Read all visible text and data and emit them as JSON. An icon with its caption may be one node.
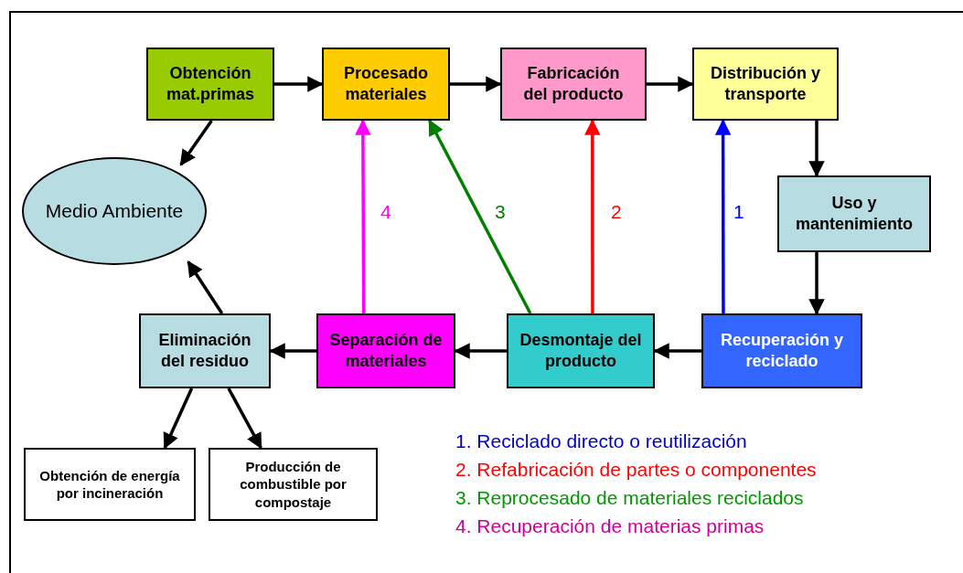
{
  "diagram": {
    "nodes": [
      {
        "text": [
          "Obtención mat.primas"
        ]
      },
      {
        "text": [
          "Procesado materiales"
        ]
      },
      {
        "text": [
          "Fabricación del producto"
        ]
      },
      {
        "text": [
          "Distribución y transporte"
        ]
      },
      {
        "text": [
          "Medio Ambiente"
        ]
      },
      {
        "text": [
          "Uso y mantenimiento"
        ]
      },
      {
        "text": [
          "Eliminación del residuo"
        ]
      },
      {
        "text": [
          "Separación de materiales"
        ]
      },
      {
        "text": [
          "Desmontaje del producto"
        ]
      },
      {
        "text": [
          "Recuperación y reciclado"
        ]
      },
      {
        "text": [
          "Obtención de energía por incineración"
        ]
      },
      {
        "text": [
          "Producción de combustible por compostaje"
        ]
      }
    ],
    "edges": [
      {
        "from": 0,
        "to": 1,
        "arrow": "to"
      },
      {
        "from": 1,
        "to": 2,
        "arrow": "to"
      },
      {
        "from": 2,
        "to": 3,
        "arrow": "to"
      },
      {
        "from": 0,
        "to": 4,
        "arrow": "to"
      },
      {
        "from": 3,
        "to": 5,
        "arrow": "to"
      },
      {
        "from": 5,
        "to": 9,
        "arrow": "to"
      },
      {
        "from": 9,
        "to": 8,
        "arrow": "to"
      },
      {
        "from": 8,
        "to": 7,
        "arrow": "to"
      },
      {
        "from": 7,
        "to": 6,
        "arrow": "to"
      },
      {
        "from": 6,
        "to": 4,
        "arrow": "to"
      },
      {
        "from": 6,
        "to": 10,
        "arrow": "to"
      },
      {
        "from": 6,
        "to": 11,
        "arrow": "to"
      },
      {
        "from": 9,
        "to": 3,
        "arrow": "to",
        "label": "1",
        "color": "#0000ff"
      },
      {
        "from": 8,
        "to": 2,
        "arrow": "to",
        "label": "2",
        "color": "#ff0000"
      },
      {
        "from": 8,
        "to": 1,
        "arrow": "to",
        "label": "3",
        "color": "#008000"
      },
      {
        "from": 7,
        "to": 1,
        "arrow": "to",
        "label": "4",
        "color": "#ff00ff"
      }
    ],
    "legend": [
      {
        "text": "1. Reciclado directo o reutilización",
        "color": "#0000cc"
      },
      {
        "text": "2. Refabricación de partes o componentes",
        "color": "#ff0000"
      },
      {
        "text": "3. Reprocesado de materiales reciclados",
        "color": "#009900"
      },
      {
        "text": "4. Recuperación de materias primas",
        "color": "#cc0099"
      }
    ]
  }
}
